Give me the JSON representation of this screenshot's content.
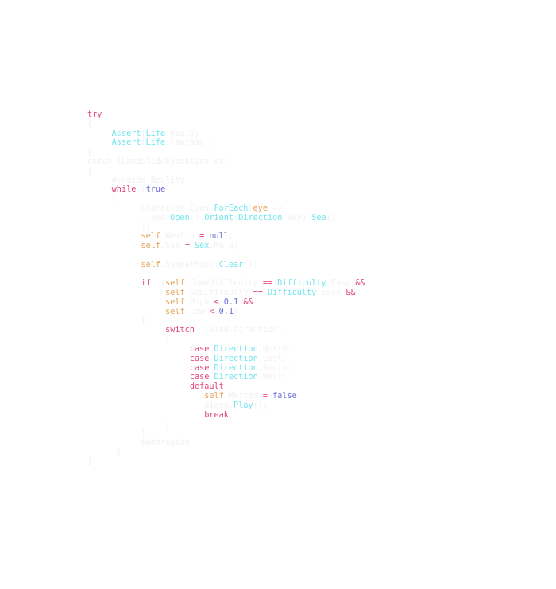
{
  "colors": {
    "keyword": "#e2467c",
    "type": "#72e6ee",
    "self": "#e6a155",
    "value": "#6f6fd6",
    "faint": "#f1f1f3"
  },
  "lines": [
    [
      [
        "try",
        "k"
      ]
    ],
    [
      [
        "{",
        "f"
      ]
    ],
    [
      [
        "     ",
        "f"
      ],
      [
        "Assert",
        "t"
      ],
      [
        "(",
        "f"
      ],
      [
        "Life",
        "t"
      ],
      [
        ".Real);",
        "f"
      ]
    ],
    [
      [
        "     ",
        "f"
      ],
      [
        "Assert",
        "t"
      ],
      [
        "(",
        "f"
      ],
      [
        "Life",
        "t"
      ],
      [
        ".Fantasy);",
        "f"
      ]
    ],
    [
      [
        "}",
        "f"
      ]
    ],
    [
      [
        "catch (LandslideException ex)",
        "f"
      ]
    ],
    [
      [
        "{",
        "f"
      ]
    ],
    [
      [
        "     #region Reality",
        "f"
      ]
    ],
    [
      [
        "     ",
        "f"
      ],
      [
        "while",
        "k"
      ],
      [
        " (",
        "f"
      ],
      [
        "true",
        "v"
      ],
      [
        ")",
        "f"
      ]
    ],
    [
      [
        "     {",
        "f"
      ]
    ],
    [
      [
        "           character.Eyes.",
        "f"
      ],
      [
        "ForEach",
        "t"
      ],
      [
        "(",
        "f"
      ],
      [
        "eye",
        "s"
      ],
      [
        " =>",
        "f"
      ]
    ],
    [
      [
        "             eye.",
        "f"
      ],
      [
        "Open",
        "t"
      ],
      [
        "().",
        "f"
      ],
      [
        "Orient",
        "t"
      ],
      [
        "(",
        "f"
      ],
      [
        "Direction",
        "t"
      ],
      [
        ".Sky).",
        "f"
      ],
      [
        "See",
        "t"
      ],
      [
        "()",
        "f"
      ]
    ],
    [
      [
        "           );",
        "f"
      ]
    ],
    [
      [
        "           ",
        "f"
      ],
      [
        "self",
        "s"
      ],
      [
        ".Wealth ",
        "f"
      ],
      [
        "=",
        "k"
      ],
      [
        " ",
        "f"
      ],
      [
        "null",
        "v"
      ],
      [
        ";",
        "f"
      ]
    ],
    [
      [
        "           ",
        "f"
      ],
      [
        "self",
        "s"
      ],
      [
        ".Sex ",
        "f"
      ],
      [
        "=",
        "k"
      ],
      [
        " ",
        "f"
      ],
      [
        "Sex",
        "t"
      ],
      [
        ".Male;",
        "f"
      ]
    ],
    [
      [
        "",
        "f"
      ]
    ],
    [
      [
        "           ",
        "f"
      ],
      [
        "self",
        "s"
      ],
      [
        ".Sympathies.",
        "f"
      ],
      [
        "Clear",
        "t"
      ],
      [
        "();",
        "f"
      ]
    ],
    [
      [
        "",
        "f"
      ]
    ],
    [
      [
        "           ",
        "f"
      ],
      [
        "if",
        "k"
      ],
      [
        "  (",
        "f"
      ],
      [
        "self",
        "s"
      ],
      [
        ".ComeDifficulty ",
        "f"
      ],
      [
        "==",
        "k"
      ],
      [
        " ",
        "f"
      ],
      [
        "Difficulty",
        "t"
      ],
      [
        ".Easy ",
        "f"
      ],
      [
        "&&",
        "k"
      ]
    ],
    [
      [
        "                ",
        "f"
      ],
      [
        "self",
        "s"
      ],
      [
        ".GoDifficulty ",
        "f"
      ],
      [
        "==",
        "k"
      ],
      [
        " ",
        "f"
      ],
      [
        "Difficulty",
        "t"
      ],
      [
        ".Easy ",
        "f"
      ],
      [
        "&&",
        "k"
      ]
    ],
    [
      [
        "                ",
        "f"
      ],
      [
        "self",
        "s"
      ],
      [
        ".High ",
        "f"
      ],
      [
        "<",
        "k"
      ],
      [
        " ",
        "f"
      ],
      [
        "0.1",
        "v"
      ],
      [
        " ",
        "f"
      ],
      [
        "&&",
        "k"
      ]
    ],
    [
      [
        "                ",
        "f"
      ],
      [
        "self",
        "s"
      ],
      [
        ".Low ",
        "f"
      ],
      [
        "<",
        "k"
      ],
      [
        " ",
        "f"
      ],
      [
        "0.1",
        "v"
      ],
      [
        ")",
        "f"
      ]
    ],
    [
      [
        "           {",
        "f"
      ]
    ],
    [
      [
        "                ",
        "f"
      ],
      [
        "switch",
        "k"
      ],
      [
        "  (wind.Direction)",
        "f"
      ]
    ],
    [
      [
        "                {",
        "f"
      ]
    ],
    [
      [
        "                     ",
        "f"
      ],
      [
        "case",
        "k"
      ],
      [
        " ",
        "f"
      ],
      [
        "Direction",
        "t"
      ],
      [
        ".North:",
        "f"
      ]
    ],
    [
      [
        "                     ",
        "f"
      ],
      [
        "case",
        "k"
      ],
      [
        " ",
        "f"
      ],
      [
        "Direction",
        "t"
      ],
      [
        ".East:",
        "f"
      ]
    ],
    [
      [
        "                     ",
        "f"
      ],
      [
        "case",
        "k"
      ],
      [
        " ",
        "f"
      ],
      [
        "Direction",
        "t"
      ],
      [
        ".South:",
        "f"
      ]
    ],
    [
      [
        "                     ",
        "f"
      ],
      [
        "case",
        "k"
      ],
      [
        " ",
        "f"
      ],
      [
        "Direction",
        "t"
      ],
      [
        ".West:",
        "f"
      ]
    ],
    [
      [
        "                     ",
        "f"
      ],
      [
        "default",
        "k"
      ],
      [
        ":",
        "f"
      ]
    ],
    [
      [
        "                        ",
        "f"
      ],
      [
        "self",
        "s"
      ],
      [
        ".Matter ",
        "f"
      ],
      [
        "=",
        "k"
      ],
      [
        " ",
        "f"
      ],
      [
        "false",
        "v"
      ],
      [
        ";",
        "f"
      ]
    ],
    [
      [
        "                        piano.",
        "f"
      ],
      [
        "Play",
        "t"
      ],
      [
        "();",
        "f"
      ]
    ],
    [
      [
        "                        ",
        "f"
      ],
      [
        "break",
        "k"
      ],
      [
        ";",
        "f"
      ]
    ],
    [
      [
        "                }",
        "f"
      ]
    ],
    [
      [
        "           }",
        "f"
      ]
    ],
    [
      [
        "           #endregion",
        "f"
      ]
    ],
    [
      [
        "      }",
        "f"
      ]
    ],
    [
      [
        "}",
        "f"
      ]
    ]
  ]
}
